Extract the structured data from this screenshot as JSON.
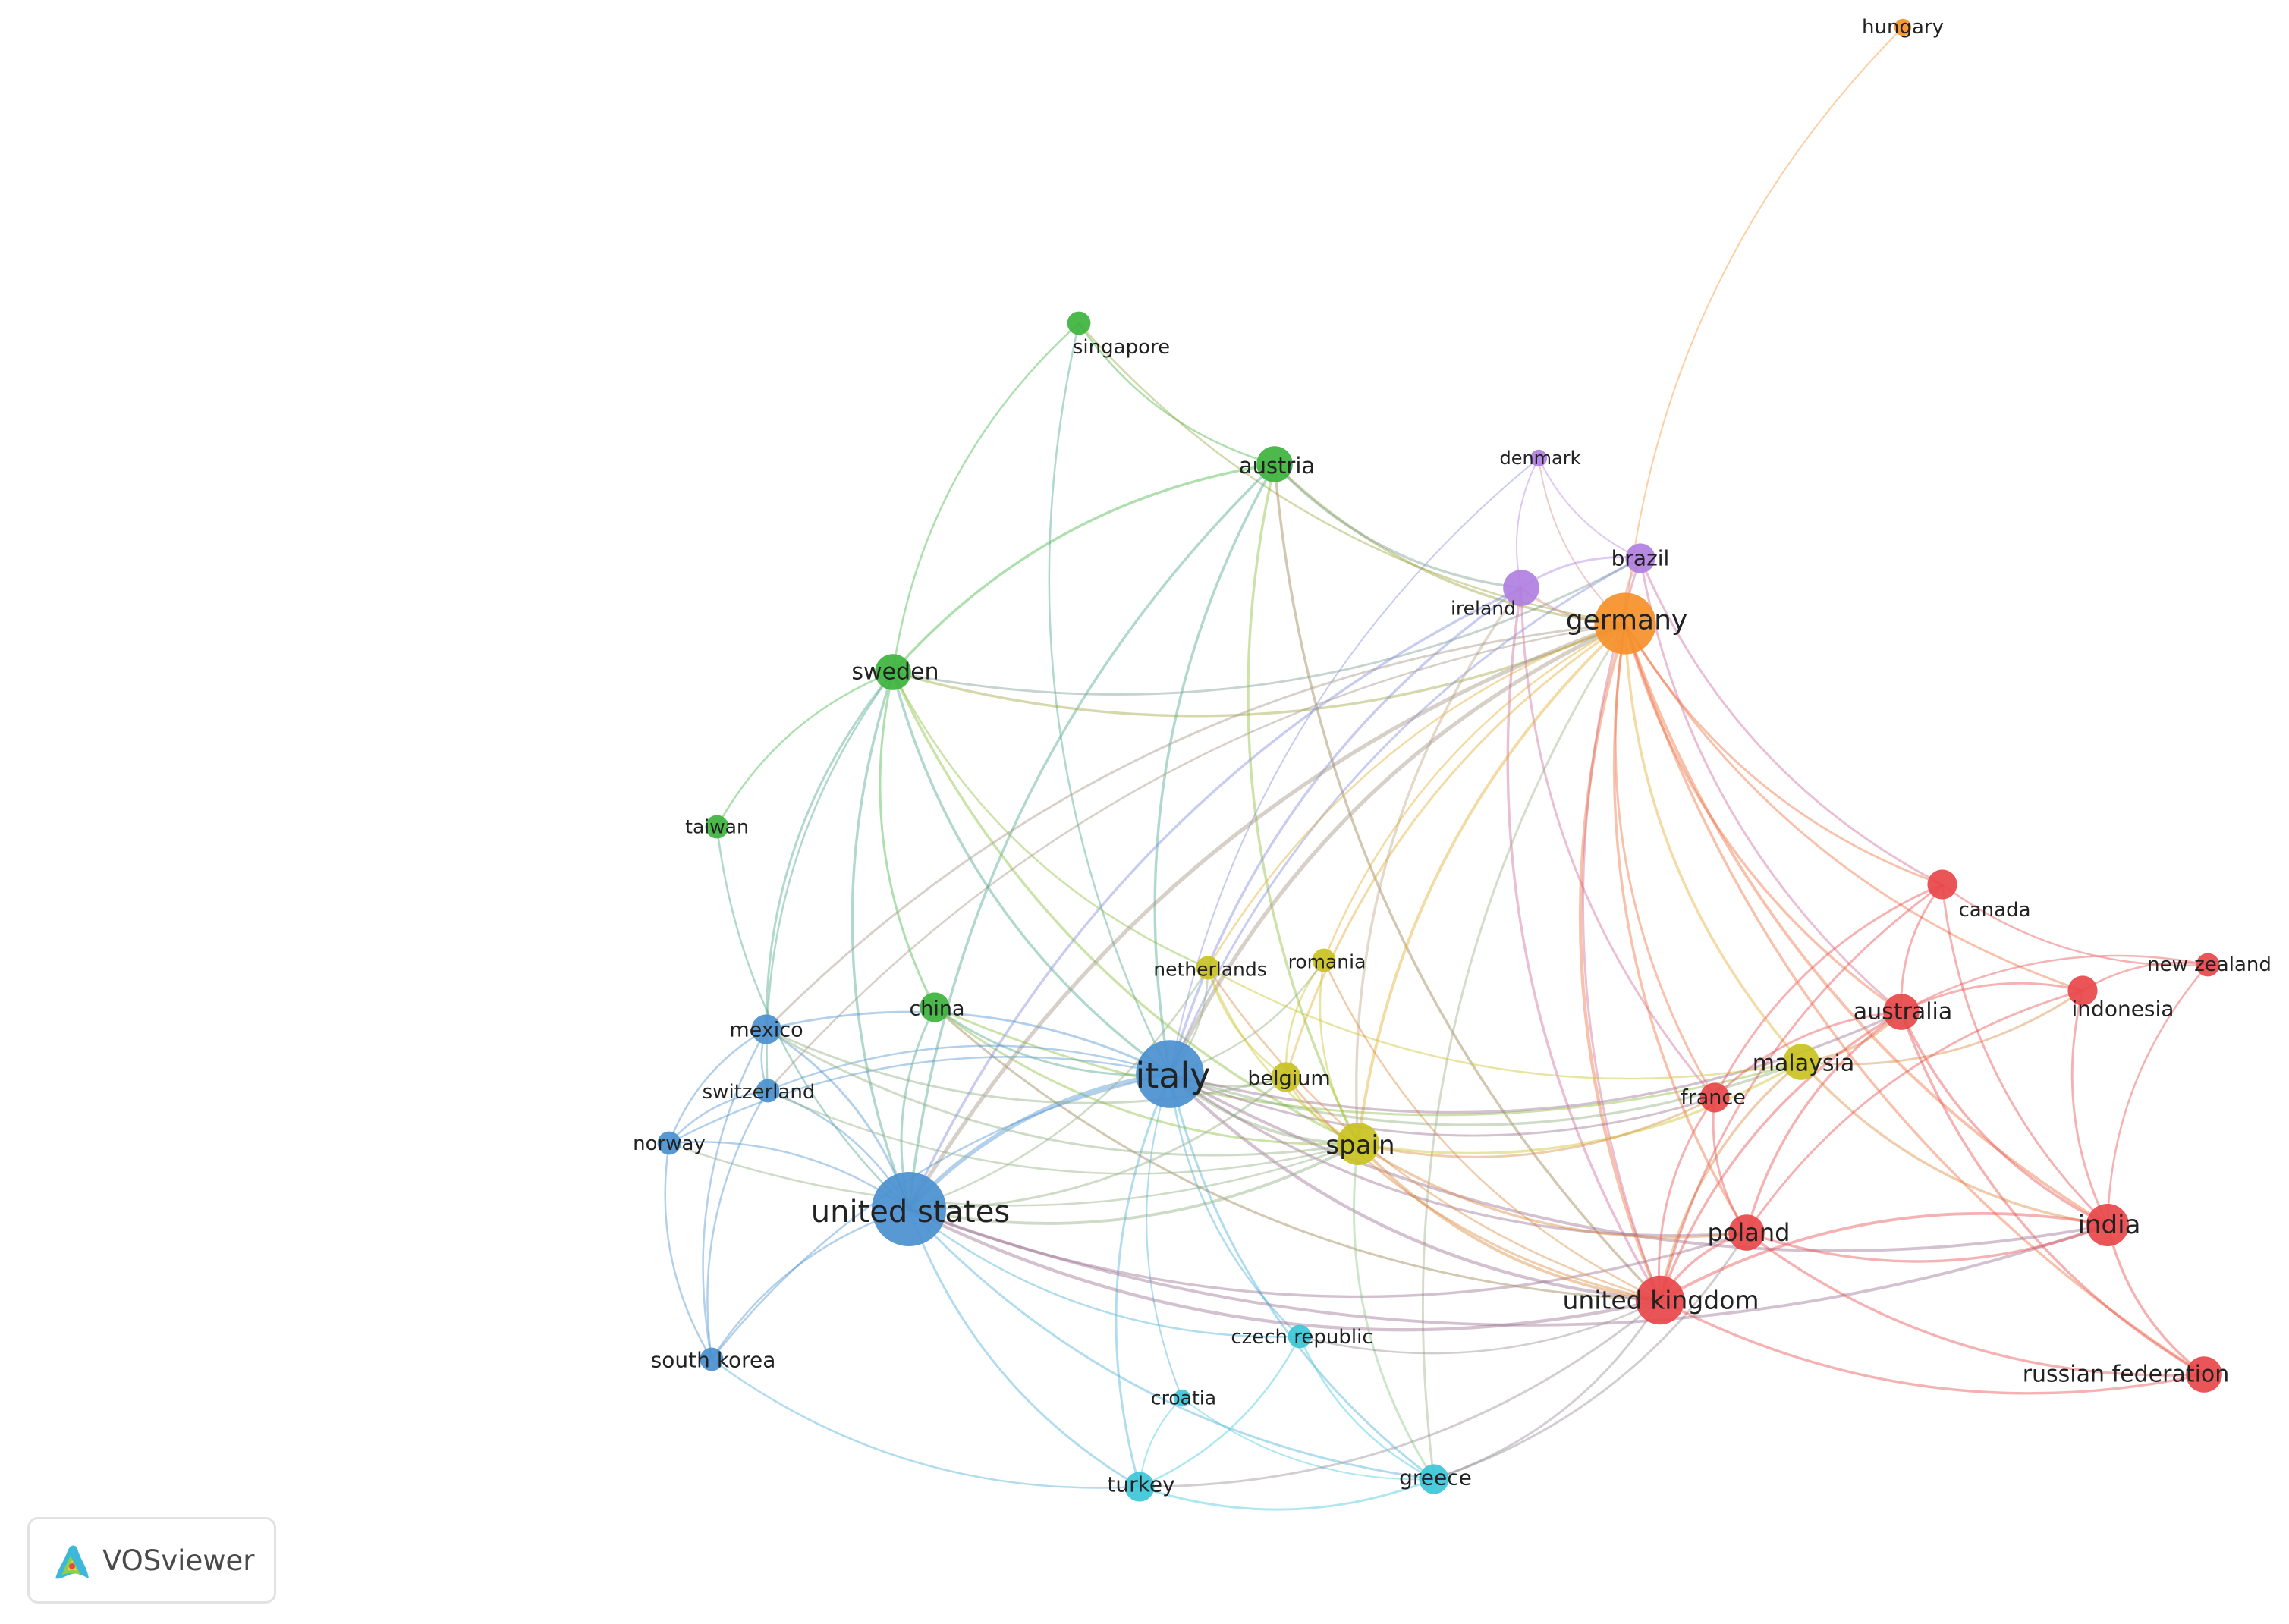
{
  "clusters": {
    "red": "#e8474a",
    "blue": "#4a90d0",
    "green": "#3db33d",
    "yellow": "#c8c221",
    "purple": "#b07fe0",
    "cyan": "#3cc6d8",
    "orange": "#f5902a"
  },
  "nodes": [
    {
      "id": "italy",
      "label": "italy",
      "cluster": "blue",
      "weight": 9
    },
    {
      "id": "united_states",
      "label": "united states",
      "cluster": "blue",
      "weight": 10
    },
    {
      "id": "mexico",
      "label": "mexico",
      "cluster": "blue",
      "weight": 3
    },
    {
      "id": "switzerland",
      "label": "switzerland",
      "cluster": "blue",
      "weight": 2
    },
    {
      "id": "norway",
      "label": "norway",
      "cluster": "blue",
      "weight": 2
    },
    {
      "id": "south_korea",
      "label": "south korea",
      "cluster": "blue",
      "weight": 2
    },
    {
      "id": "germany",
      "label": "germany",
      "cluster": "orange",
      "weight": 8
    },
    {
      "id": "hungary",
      "label": "hungary",
      "cluster": "orange",
      "weight": 1
    },
    {
      "id": "sweden",
      "label": "sweden",
      "cluster": "green",
      "weight": 4
    },
    {
      "id": "austria",
      "label": "austria",
      "cluster": "green",
      "weight": 4
    },
    {
      "id": "singapore",
      "label": "singapore",
      "cluster": "green",
      "weight": 2
    },
    {
      "id": "taiwan",
      "label": "taiwan",
      "cluster": "green",
      "weight": 2
    },
    {
      "id": "china",
      "label": "china",
      "cluster": "green",
      "weight": 3
    },
    {
      "id": "denmark",
      "label": "denmark",
      "cluster": "purple",
      "weight": 1
    },
    {
      "id": "brazil",
      "label": "brazil",
      "cluster": "purple",
      "weight": 3
    },
    {
      "id": "ireland",
      "label": "ireland",
      "cluster": "purple",
      "weight": 4
    },
    {
      "id": "netherlands",
      "label": "netherlands",
      "cluster": "yellow",
      "weight": 2
    },
    {
      "id": "romania",
      "label": "romania",
      "cluster": "yellow",
      "weight": 2
    },
    {
      "id": "belgium",
      "label": "belgium",
      "cluster": "yellow",
      "weight": 3
    },
    {
      "id": "spain",
      "label": "spain",
      "cluster": "yellow",
      "weight": 5
    },
    {
      "id": "malaysia",
      "label": "malaysia",
      "cluster": "yellow",
      "weight": 4
    },
    {
      "id": "czech_republic",
      "label": "czech republic",
      "cluster": "cyan",
      "weight": 2
    },
    {
      "id": "croatia",
      "label": "croatia",
      "cluster": "cyan",
      "weight": 1
    },
    {
      "id": "turkey",
      "label": "turkey",
      "cluster": "cyan",
      "weight": 3
    },
    {
      "id": "greece",
      "label": "greece",
      "cluster": "cyan",
      "weight": 3
    },
    {
      "id": "canada",
      "label": "canada",
      "cluster": "red",
      "weight": 3
    },
    {
      "id": "new_zealand",
      "label": "new zealand",
      "cluster": "red",
      "weight": 2
    },
    {
      "id": "indonesia",
      "label": "indonesia",
      "cluster": "red",
      "weight": 3
    },
    {
      "id": "australia",
      "label": "australia",
      "cluster": "red",
      "weight": 4
    },
    {
      "id": "france",
      "label": "france",
      "cluster": "red",
      "weight": 3
    },
    {
      "id": "poland",
      "label": "poland",
      "cluster": "red",
      "weight": 4
    },
    {
      "id": "india",
      "label": "india",
      "cluster": "red",
      "weight": 5
    },
    {
      "id": "united_kingdom",
      "label": "united kingdom",
      "cluster": "red",
      "weight": 6
    },
    {
      "id": "russian_federation",
      "label": "russian federation",
      "cluster": "red",
      "weight": 4
    }
  ],
  "links": [
    [
      "hungary",
      "germany"
    ],
    [
      "singapore",
      "sweden"
    ],
    [
      "singapore",
      "austria"
    ],
    [
      "singapore",
      "germany"
    ],
    [
      "singapore",
      "italy"
    ],
    [
      "austria",
      "sweden"
    ],
    [
      "austria",
      "italy"
    ],
    [
      "austria",
      "germany"
    ],
    [
      "austria",
      "united_states"
    ],
    [
      "austria",
      "ireland"
    ],
    [
      "austria",
      "spain"
    ],
    [
      "austria",
      "united_kingdom"
    ],
    [
      "sweden",
      "germany"
    ],
    [
      "sweden",
      "italy"
    ],
    [
      "sweden",
      "united_states"
    ],
    [
      "sweden",
      "mexico"
    ],
    [
      "sweden",
      "china"
    ],
    [
      "sweden",
      "taiwan"
    ],
    [
      "sweden",
      "brazil"
    ],
    [
      "sweden",
      "spain"
    ],
    [
      "sweden",
      "netherlands"
    ],
    [
      "sweden",
      "switzerland"
    ],
    [
      "taiwan",
      "united_states"
    ],
    [
      "china",
      "italy"
    ],
    [
      "china",
      "united_states"
    ],
    [
      "china",
      "spain"
    ],
    [
      "china",
      "united_kingdom"
    ],
    [
      "china",
      "malaysia"
    ],
    [
      "denmark",
      "germany"
    ],
    [
      "denmark",
      "ireland"
    ],
    [
      "denmark",
      "brazil"
    ],
    [
      "denmark",
      "italy"
    ],
    [
      "brazil",
      "germany"
    ],
    [
      "brazil",
      "ireland"
    ],
    [
      "brazil",
      "australia"
    ],
    [
      "brazil",
      "canada"
    ],
    [
      "brazil",
      "italy"
    ],
    [
      "brazil",
      "united_kingdom"
    ],
    [
      "ireland",
      "germany"
    ],
    [
      "ireland",
      "italy"
    ],
    [
      "ireland",
      "spain"
    ],
    [
      "ireland",
      "united_kingdom"
    ],
    [
      "ireland",
      "united_states"
    ],
    [
      "ireland",
      "france"
    ],
    [
      "germany",
      "italy"
    ],
    [
      "germany",
      "united_states"
    ],
    [
      "germany",
      "spain"
    ],
    [
      "germany",
      "united_kingdom"
    ],
    [
      "germany",
      "poland"
    ],
    [
      "germany",
      "india"
    ],
    [
      "germany",
      "australia"
    ],
    [
      "germany",
      "france"
    ],
    [
      "germany",
      "malaysia"
    ],
    [
      "germany",
      "netherlands"
    ],
    [
      "germany",
      "belgium"
    ],
    [
      "germany",
      "romania"
    ],
    [
      "germany",
      "canada"
    ],
    [
      "germany",
      "indonesia"
    ],
    [
      "germany",
      "russian_federation"
    ],
    [
      "germany",
      "mexico"
    ],
    [
      "germany",
      "switzerland"
    ],
    [
      "germany",
      "greece"
    ],
    [
      "italy",
      "united_states"
    ],
    [
      "italy",
      "mexico"
    ],
    [
      "italy",
      "switzerland"
    ],
    [
      "italy",
      "norway"
    ],
    [
      "italy",
      "south_korea"
    ],
    [
      "italy",
      "spain"
    ],
    [
      "italy",
      "belgium"
    ],
    [
      "italy",
      "netherlands"
    ],
    [
      "italy",
      "romania"
    ],
    [
      "italy",
      "united_kingdom"
    ],
    [
      "italy",
      "poland"
    ],
    [
      "italy",
      "france"
    ],
    [
      "italy",
      "malaysia"
    ],
    [
      "italy",
      "turkey"
    ],
    [
      "italy",
      "greece"
    ],
    [
      "italy",
      "czech_republic"
    ],
    [
      "italy",
      "croatia"
    ],
    [
      "italy",
      "australia"
    ],
    [
      "italy",
      "india"
    ],
    [
      "united_states",
      "mexico"
    ],
    [
      "united_states",
      "switzerland"
    ],
    [
      "united_states",
      "norway"
    ],
    [
      "united_states",
      "south_korea"
    ],
    [
      "united_states",
      "spain"
    ],
    [
      "united_states",
      "united_kingdom"
    ],
    [
      "united_states",
      "turkey"
    ],
    [
      "united_states",
      "belgium"
    ],
    [
      "united_states",
      "netherlands"
    ],
    [
      "united_states",
      "czech_republic"
    ],
    [
      "united_states",
      "india"
    ],
    [
      "united_states",
      "poland"
    ],
    [
      "united_states",
      "greece"
    ],
    [
      "mexico",
      "switzerland"
    ],
    [
      "mexico",
      "norway"
    ],
    [
      "mexico",
      "south_korea"
    ],
    [
      "mexico",
      "spain"
    ],
    [
      "mexico",
      "belgium"
    ],
    [
      "switzerland",
      "norway"
    ],
    [
      "switzerland",
      "south_korea"
    ],
    [
      "switzerland",
      "spain"
    ],
    [
      "norway",
      "south_korea"
    ],
    [
      "norway",
      "spain"
    ],
    [
      "south_korea",
      "turkey"
    ],
    [
      "netherlands",
      "spain"
    ],
    [
      "netherlands",
      "belgium"
    ],
    [
      "netherlands",
      "united_kingdom"
    ],
    [
      "netherlands",
      "malaysia"
    ],
    [
      "romania",
      "spain"
    ],
    [
      "romania",
      "belgium"
    ],
    [
      "romania",
      "united_kingdom"
    ],
    [
      "belgium",
      "spain"
    ],
    [
      "belgium",
      "united_kingdom"
    ],
    [
      "spain",
      "united_kingdom"
    ],
    [
      "spain",
      "malaysia"
    ],
    [
      "spain",
      "poland"
    ],
    [
      "spain",
      "greece"
    ],
    [
      "spain",
      "france"
    ],
    [
      "malaysia",
      "united_kingdom"
    ],
    [
      "malaysia",
      "australia"
    ],
    [
      "malaysia",
      "india"
    ],
    [
      "malaysia",
      "indonesia"
    ],
    [
      "czech_republic",
      "greece"
    ],
    [
      "czech_republic",
      "united_kingdom"
    ],
    [
      "croatia",
      "turkey"
    ],
    [
      "croatia",
      "greece"
    ],
    [
      "turkey",
      "greece"
    ],
    [
      "turkey",
      "united_kingdom"
    ],
    [
      "turkey",
      "czech_republic"
    ],
    [
      "greece",
      "united_kingdom"
    ],
    [
      "greece",
      "poland"
    ],
    [
      "canada",
      "australia"
    ],
    [
      "canada",
      "united_kingdom"
    ],
    [
      "canada",
      "india"
    ],
    [
      "canada",
      "france"
    ],
    [
      "canada",
      "new_zealand"
    ],
    [
      "new_zealand",
      "australia"
    ],
    [
      "new_zealand",
      "india"
    ],
    [
      "new_zealand",
      "indonesia"
    ],
    [
      "indonesia",
      "australia"
    ],
    [
      "indonesia",
      "india"
    ],
    [
      "indonesia",
      "poland"
    ],
    [
      "australia",
      "united_kingdom"
    ],
    [
      "australia",
      "india"
    ],
    [
      "australia",
      "poland"
    ],
    [
      "australia",
      "france"
    ],
    [
      "australia",
      "russian_federation"
    ],
    [
      "france",
      "united_kingdom"
    ],
    [
      "france",
      "poland"
    ],
    [
      "poland",
      "united_kingdom"
    ],
    [
      "poland",
      "india"
    ],
    [
      "poland",
      "russian_federation"
    ],
    [
      "india",
      "united_kingdom"
    ],
    [
      "india",
      "russian_federation"
    ],
    [
      "united_kingdom",
      "russian_federation"
    ]
  ],
  "badge": {
    "text": "VOSviewer",
    "icon": "vosviewer-logo-icon"
  }
}
